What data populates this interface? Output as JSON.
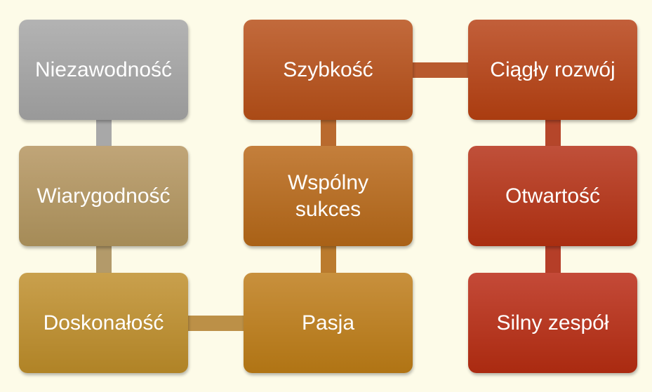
{
  "diagram": {
    "nodes": [
      {
        "id": "niezawodnosc",
        "label": "Niezawodność",
        "color_top": "#b3b3b3",
        "color_bottom": "#999999"
      },
      {
        "id": "wiarygodnosc",
        "label": "Wiarygodność",
        "color_top": "#c0a578",
        "color_bottom": "#a58b57"
      },
      {
        "id": "doskonalosc",
        "label": "Doskonałość",
        "color_top": "#c9a04d",
        "color_bottom": "#b08326"
      },
      {
        "id": "pasja",
        "label": "Pasja",
        "color_top": "#c8903d",
        "color_bottom": "#b07414"
      },
      {
        "id": "wspolny-sukces",
        "label": "Wspólny sukces",
        "color_top": "#c47f3c",
        "color_bottom": "#a96116"
      },
      {
        "id": "szybkosc",
        "label": "Szybkość",
        "color_top": "#c26a3c",
        "color_bottom": "#aa4a16"
      },
      {
        "id": "ciagly-rozwoj",
        "label": "Ciągły rozwój",
        "color_top": "#c25f3a",
        "color_bottom": "#aa3c10"
      },
      {
        "id": "otwartosc",
        "label": "Otwartość",
        "color_top": "#c0503a",
        "color_bottom": "#a92e10"
      },
      {
        "id": "silny-zespol",
        "label": "Silny zespół",
        "color_top": "#c44a38",
        "color_bottom": "#aa2a10"
      }
    ],
    "edges": [
      {
        "from": "niezawodnosc",
        "to": "wiarygodnosc",
        "color": "#a8a8a8"
      },
      {
        "from": "wiarygodnosc",
        "to": "doskonalosc",
        "color": "#b39a6a"
      },
      {
        "from": "doskonalosc",
        "to": "pasja",
        "color": "#bc9047"
      },
      {
        "from": "pasja",
        "to": "wspolny-sukces",
        "color": "#bb7b2e"
      },
      {
        "from": "wspolny-sukces",
        "to": "szybkosc",
        "color": "#b96a2e"
      },
      {
        "from": "szybkosc",
        "to": "ciagly-rozwoj",
        "color": "#b85a2e"
      },
      {
        "from": "ciagly-rozwoj",
        "to": "otwartosc",
        "color": "#b5462a"
      },
      {
        "from": "otwartosc",
        "to": "silny-zespol",
        "color": "#b53e28"
      }
    ]
  }
}
